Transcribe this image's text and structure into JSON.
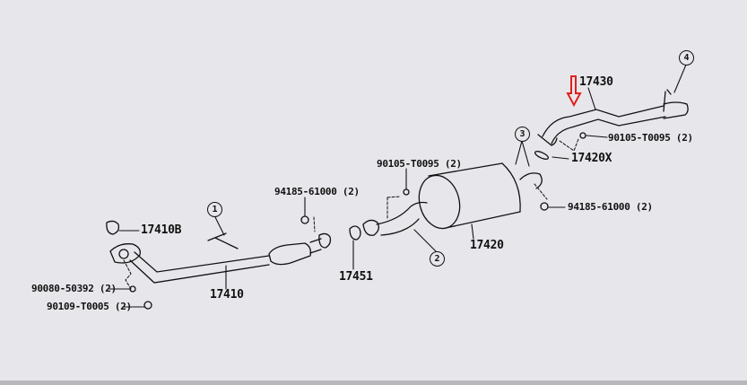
{
  "diagram": {
    "parts": {
      "p17430": "17430",
      "p17420X": "17420X",
      "p17420": "17420",
      "p17451": "17451",
      "p17410": "17410",
      "p17410B": "17410B",
      "bolt_right": "90105-T0095 (2)",
      "bolt_mid": "90105-T0095 (2)",
      "nut_left": "94185-61000 (2)",
      "nut_right": "94185-61000 (2)",
      "gasket_bolt": "90080-50392 (2)",
      "spring_bolt": "90109-T0005 (2)"
    },
    "callouts": {
      "c1": "1",
      "c2": "2",
      "c3": "3",
      "c4": "4"
    },
    "highlight_color": "#e0201c"
  }
}
